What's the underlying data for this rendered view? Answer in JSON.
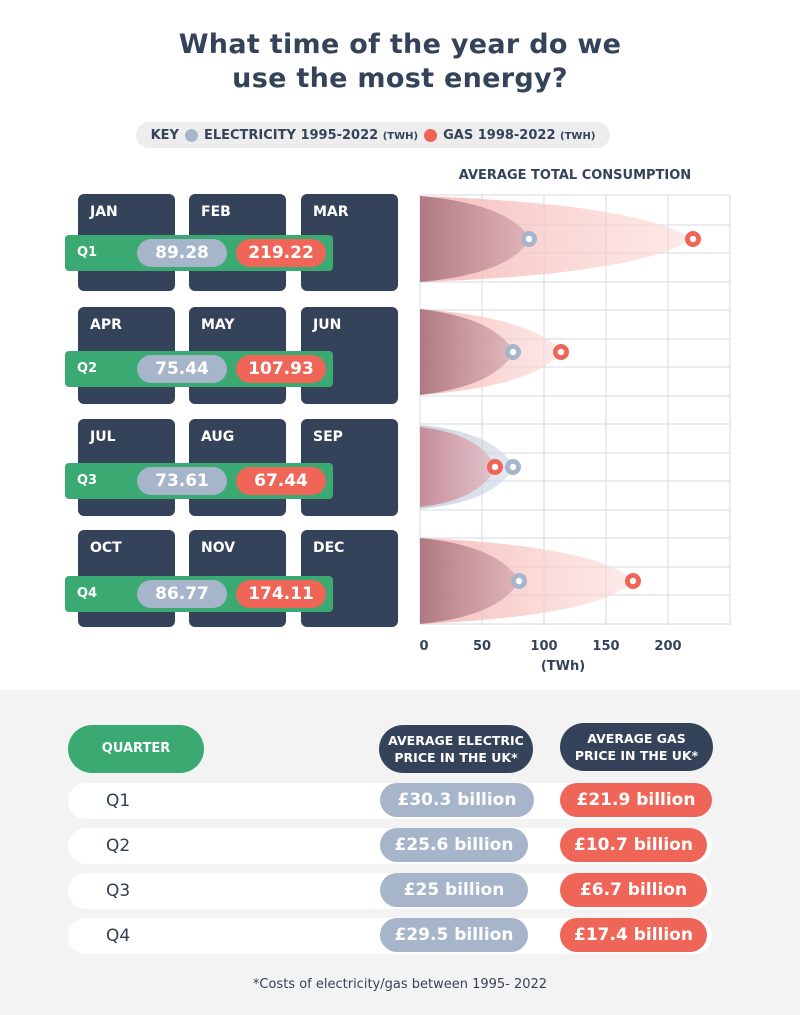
{
  "title": {
    "line1": "What time of the year do we",
    "line2": "use the most energy?"
  },
  "key": {
    "label": "KEY",
    "electricity": "ELECTRICITY 1995-2022",
    "electricity_unit": "(TWH)",
    "gas": "GAS 1998-2022",
    "gas_unit": "(TWH)"
  },
  "colors": {
    "navy": "#34435a",
    "green": "#3aaa72",
    "electric": "#a6b5ca",
    "gas": "#ef6558",
    "band_gas": "#f8c9c6",
    "band_elec_dark": "#b9808a"
  },
  "quarters": [
    {
      "label": "Q1",
      "months": [
        "JAN",
        "FEB",
        "MAR"
      ],
      "electricity": "89.28",
      "gas": "219.22"
    },
    {
      "label": "Q2",
      "months": [
        "APR",
        "MAY",
        "JUN"
      ],
      "electricity": "75.44",
      "gas": "107.93"
    },
    {
      "label": "Q3",
      "months": [
        "JUL",
        "AUG",
        "SEP"
      ],
      "electricity": "73.61",
      "gas": "67.44"
    },
    {
      "label": "Q4",
      "months": [
        "OCT",
        "NOV",
        "DEC"
      ],
      "electricity": "86.77",
      "gas": "174.11"
    }
  ],
  "chart": {
    "title": "AVERAGE TOTAL CONSUMPTION",
    "xticks": [
      "0",
      "50",
      "100",
      "150",
      "200"
    ],
    "xlabel": "(TWh)"
  },
  "chart_data": {
    "type": "bar",
    "title": "AVERAGE TOTAL CONSUMPTION",
    "xlabel": "(TWh)",
    "ylabel": "",
    "orientation": "horizontal",
    "categories": [
      "Q1",
      "Q2",
      "Q3",
      "Q4"
    ],
    "series": [
      {
        "name": "ELECTRICITY 1995-2022 (TWH)",
        "color": "#a6b5ca",
        "values": [
          89.28,
          75.44,
          73.61,
          86.77
        ]
      },
      {
        "name": "GAS 1998-2022 (TWH)",
        "color": "#ef6558",
        "values": [
          219.22,
          107.93,
          67.44,
          174.11
        ]
      }
    ],
    "xticks": [
      0,
      50,
      100,
      150,
      200
    ],
    "xlim": [
      0,
      250
    ],
    "grid": true,
    "legend_position": "top"
  },
  "table": {
    "headers": {
      "quarter": "QUARTER",
      "electric_line1": "AVERAGE ELECTRIC",
      "electric_line2": "PRICE IN THE UK*",
      "gas_line1": "AVERAGE GAS",
      "gas_line2": "PRICE IN THE UK*"
    },
    "rows": [
      {
        "quarter": "Q1",
        "electric": "£30.3 billion",
        "gas": "£21.9 billion"
      },
      {
        "quarter": "Q2",
        "electric": "£25.6 billion",
        "gas": "£10.7 billion"
      },
      {
        "quarter": "Q3",
        "electric": "£25 billion",
        "gas": "£6.7 billion"
      },
      {
        "quarter": "Q4",
        "electric": "£29.5 billion",
        "gas": "£17.4 billion"
      }
    ]
  },
  "footnote": "*Costs of electricity/gas between 1995- 2022"
}
